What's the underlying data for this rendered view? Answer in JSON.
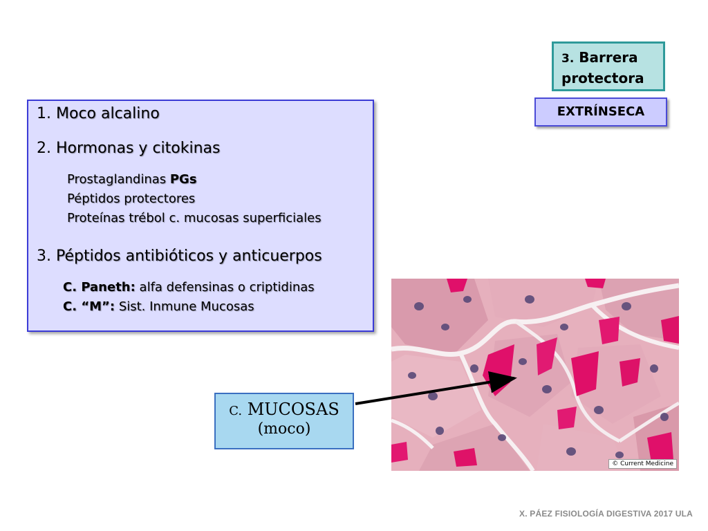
{
  "title": {
    "number": "3.",
    "line1": "Barrera",
    "line2": "protectora"
  },
  "extrinseca": "EXTRÍNSECA",
  "main": {
    "item1": {
      "number": "1.",
      "label": "Moco alcalino"
    },
    "item2": {
      "number": "2.",
      "label": "Hormonas y citokinas"
    },
    "item2_subs": [
      {
        "text": "Prostaglandinas ",
        "bold": "PGs"
      },
      {
        "text": "Péptidos protectores"
      },
      {
        "text": "Proteínas trébol c. mucosas superficiales"
      }
    ],
    "item3": {
      "number": "3.",
      "label": "Péptidos antibióticos y anticuerpos"
    },
    "item3_subs": [
      {
        "bold": "C. Paneth:",
        "text": " alfa defensinas  o criptidinas"
      },
      {
        "bold": "C. “M”:",
        "text": "  Sist. Inmune Mucosas"
      }
    ]
  },
  "image_credit": "© Current Medicine",
  "mucosas": {
    "prefix": "C.",
    "main": "MUCOSAS",
    "sub": "(moco)"
  },
  "footer": "X. PÁEZ   FISIOLOGÍA DIGESTIVA 2017  ULA",
  "colors": {
    "title_bg": "#b7e2e2",
    "title_border": "#2e9a9a",
    "extr_bg": "#ccccff",
    "main_bg": "#ddddff",
    "mucosas_bg": "#a8d8f0",
    "stain_magenta": "#e0106a"
  }
}
